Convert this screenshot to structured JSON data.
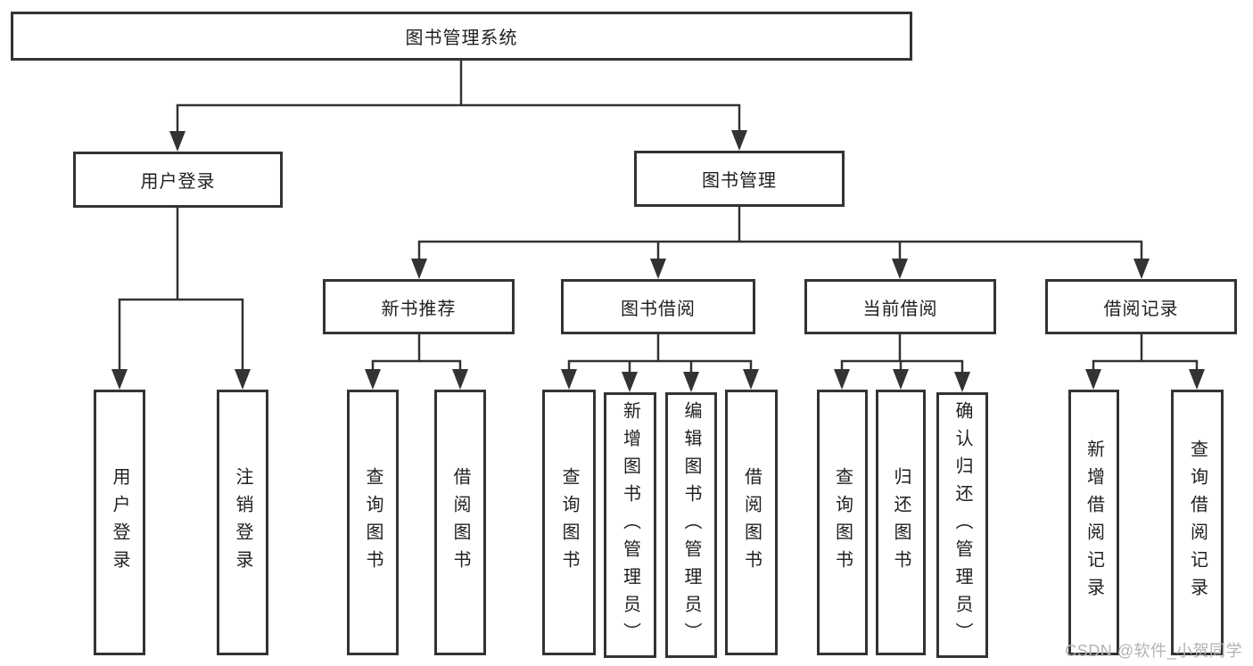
{
  "root": {
    "label": "图书管理系统"
  },
  "level2": {
    "user_login": {
      "label": "用户登录"
    },
    "book_management": {
      "label": "图书管理"
    }
  },
  "level3": {
    "new_book_recommend": {
      "label": "新书推荐"
    },
    "book_borrow": {
      "label": "图书借阅"
    },
    "current_borrow": {
      "label": "当前借阅"
    },
    "borrow_records": {
      "label": "借阅记录"
    }
  },
  "leaves": {
    "login_user_login": {
      "label": "用户登录"
    },
    "login_logout": {
      "label": "注销登录"
    },
    "recommend_query_books": {
      "label": "查询图书"
    },
    "recommend_borrow_books": {
      "label": "借阅图书"
    },
    "borrow_query_books": {
      "label": "查询图书"
    },
    "borrow_add_books_admin": {
      "label": "新增图书（管理员）"
    },
    "borrow_edit_books_admin": {
      "label": "编辑图书（管理员）"
    },
    "borrow_borrow_books": {
      "label": "借阅图书"
    },
    "current_query_books": {
      "label": "查询图书"
    },
    "current_return_books": {
      "label": "归还图书"
    },
    "current_confirm_return_admin": {
      "label": "确认归还（管理员）"
    },
    "records_add_borrow_record": {
      "label": "新增借阅记录"
    },
    "records_query_borrow_record": {
      "label": "查询借阅记录"
    }
  },
  "watermark": {
    "text": "CSDN @软件_小贺同学"
  },
  "colors": {
    "line": "#333333",
    "box_border": "#333333",
    "box_fill": "#ffffff",
    "text": "#1f1f1f",
    "watermark": "#b3b3b3",
    "background": "#ffffff"
  }
}
